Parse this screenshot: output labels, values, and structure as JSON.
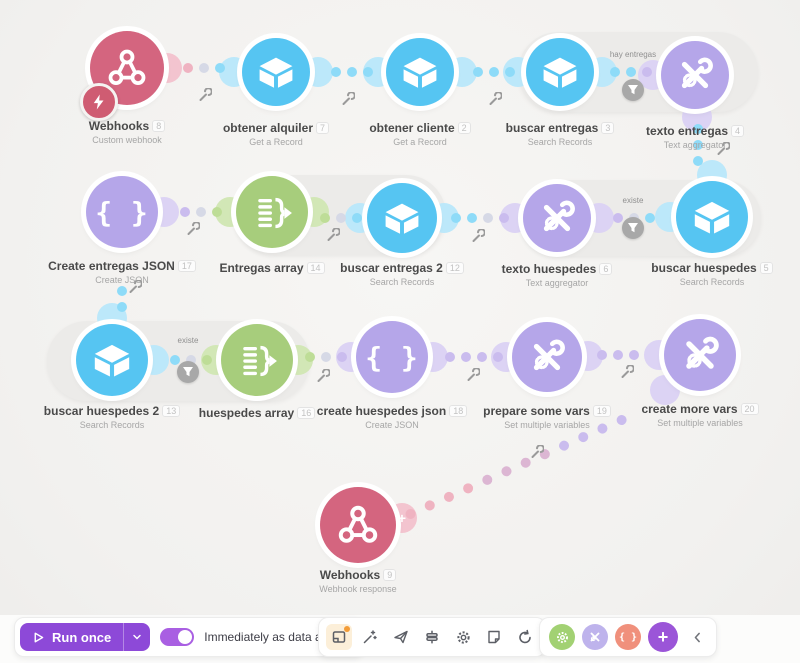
{
  "scenario": {
    "nodes": [
      {
        "title": "Webhooks",
        "badge": "8",
        "subtitle": "Custom webhook",
        "icon": "webhook",
        "color": "pink"
      },
      {
        "title": "obtener alquiler",
        "badge": "7",
        "subtitle": "Get a Record",
        "icon": "airtable-cube",
        "color": "blue"
      },
      {
        "title": "obtener cliente",
        "badge": "2",
        "subtitle": "Get a Record",
        "icon": "airtable-cube",
        "color": "blue"
      },
      {
        "title": "buscar entregas",
        "badge": "3",
        "subtitle": "Search Records",
        "icon": "airtable-cube",
        "color": "blue"
      },
      {
        "title": "texto entregas",
        "badge": "4",
        "subtitle": "Text aggregator",
        "icon": "tools",
        "color": "purple"
      },
      {
        "title": "Create entregas JSON",
        "badge": "17",
        "subtitle": "Create JSON",
        "icon": "braces",
        "color": "purple"
      },
      {
        "title": "Entregas array",
        "badge": "14",
        "subtitle": "",
        "icon": "array-aggregator",
        "color": "green"
      },
      {
        "title": "buscar entregas 2",
        "badge": "12",
        "subtitle": "Search Records",
        "icon": "airtable-cube",
        "color": "blue"
      },
      {
        "title": "texto huespedes",
        "badge": "6",
        "subtitle": "Text aggregator",
        "icon": "tools",
        "color": "purple"
      },
      {
        "title": "buscar huespedes",
        "badge": "5",
        "subtitle": "Search Records",
        "icon": "airtable-cube",
        "color": "blue"
      },
      {
        "title": "buscar huespedes 2",
        "badge": "13",
        "subtitle": "Search Records",
        "icon": "airtable-cube",
        "color": "blue"
      },
      {
        "title": "huespedes array",
        "badge": "16",
        "subtitle": "",
        "icon": "array-aggregator",
        "color": "green"
      },
      {
        "title": "create huespedes json",
        "badge": "18",
        "subtitle": "Create JSON",
        "icon": "braces",
        "color": "purple"
      },
      {
        "title": "prepare some vars",
        "badge": "19",
        "subtitle": "Set multiple variables",
        "icon": "tools",
        "color": "purple"
      },
      {
        "title": "create more vars",
        "badge": "20",
        "subtitle": "Set multiple variables",
        "icon": "tools",
        "color": "purple"
      },
      {
        "title": "Webhooks",
        "badge": "9",
        "subtitle": "Webhook response",
        "icon": "webhook",
        "color": "pink"
      }
    ],
    "filters": [
      {
        "label": "hay entregas"
      },
      {
        "label": "existe"
      },
      {
        "label": "existe"
      }
    ]
  },
  "toolbar": {
    "run_once": "Run once",
    "toggle_label": "Immediately as data arrives",
    "left_icons": [
      "modules-board",
      "ai-wand",
      "paper-plane",
      "io-bars",
      "settings-gear",
      "note",
      "undo"
    ],
    "module_buttons": [
      "flow-control",
      "tools",
      "json",
      "add-module"
    ],
    "add_label": "+"
  },
  "colors": {
    "webhook_pink": "#d4657f",
    "record_blue": "#56c5f2",
    "tools_purple": "#b5a6e9",
    "flow_green": "#a7cd7c",
    "run_button": "#8d49d8",
    "toggle_on": "#a95fe2",
    "notification_orange": "#f39c38"
  }
}
